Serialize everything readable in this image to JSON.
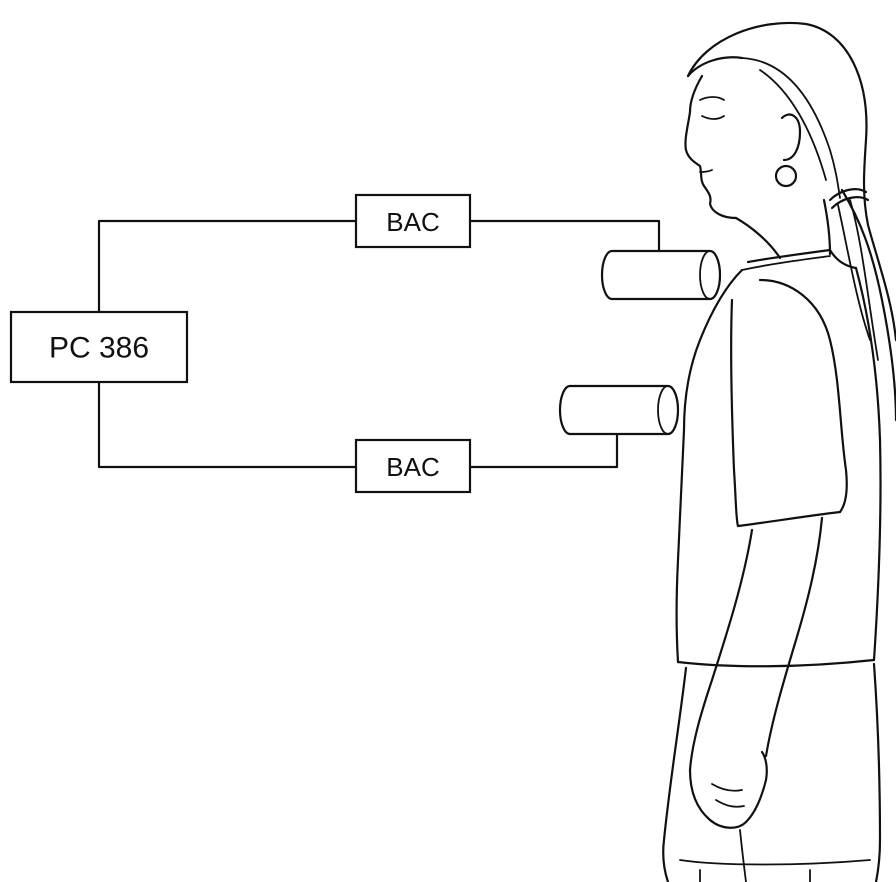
{
  "computer": {
    "label": "PC 386"
  },
  "converters": [
    {
      "label": "BAC"
    },
    {
      "label": "BAC"
    }
  ],
  "figure": {
    "subject": "standing-woman-profile-icon",
    "sensors": [
      "sensor-icon",
      "sensor-icon"
    ]
  },
  "colors": {
    "line": "#111111",
    "background": "#ffffff"
  }
}
